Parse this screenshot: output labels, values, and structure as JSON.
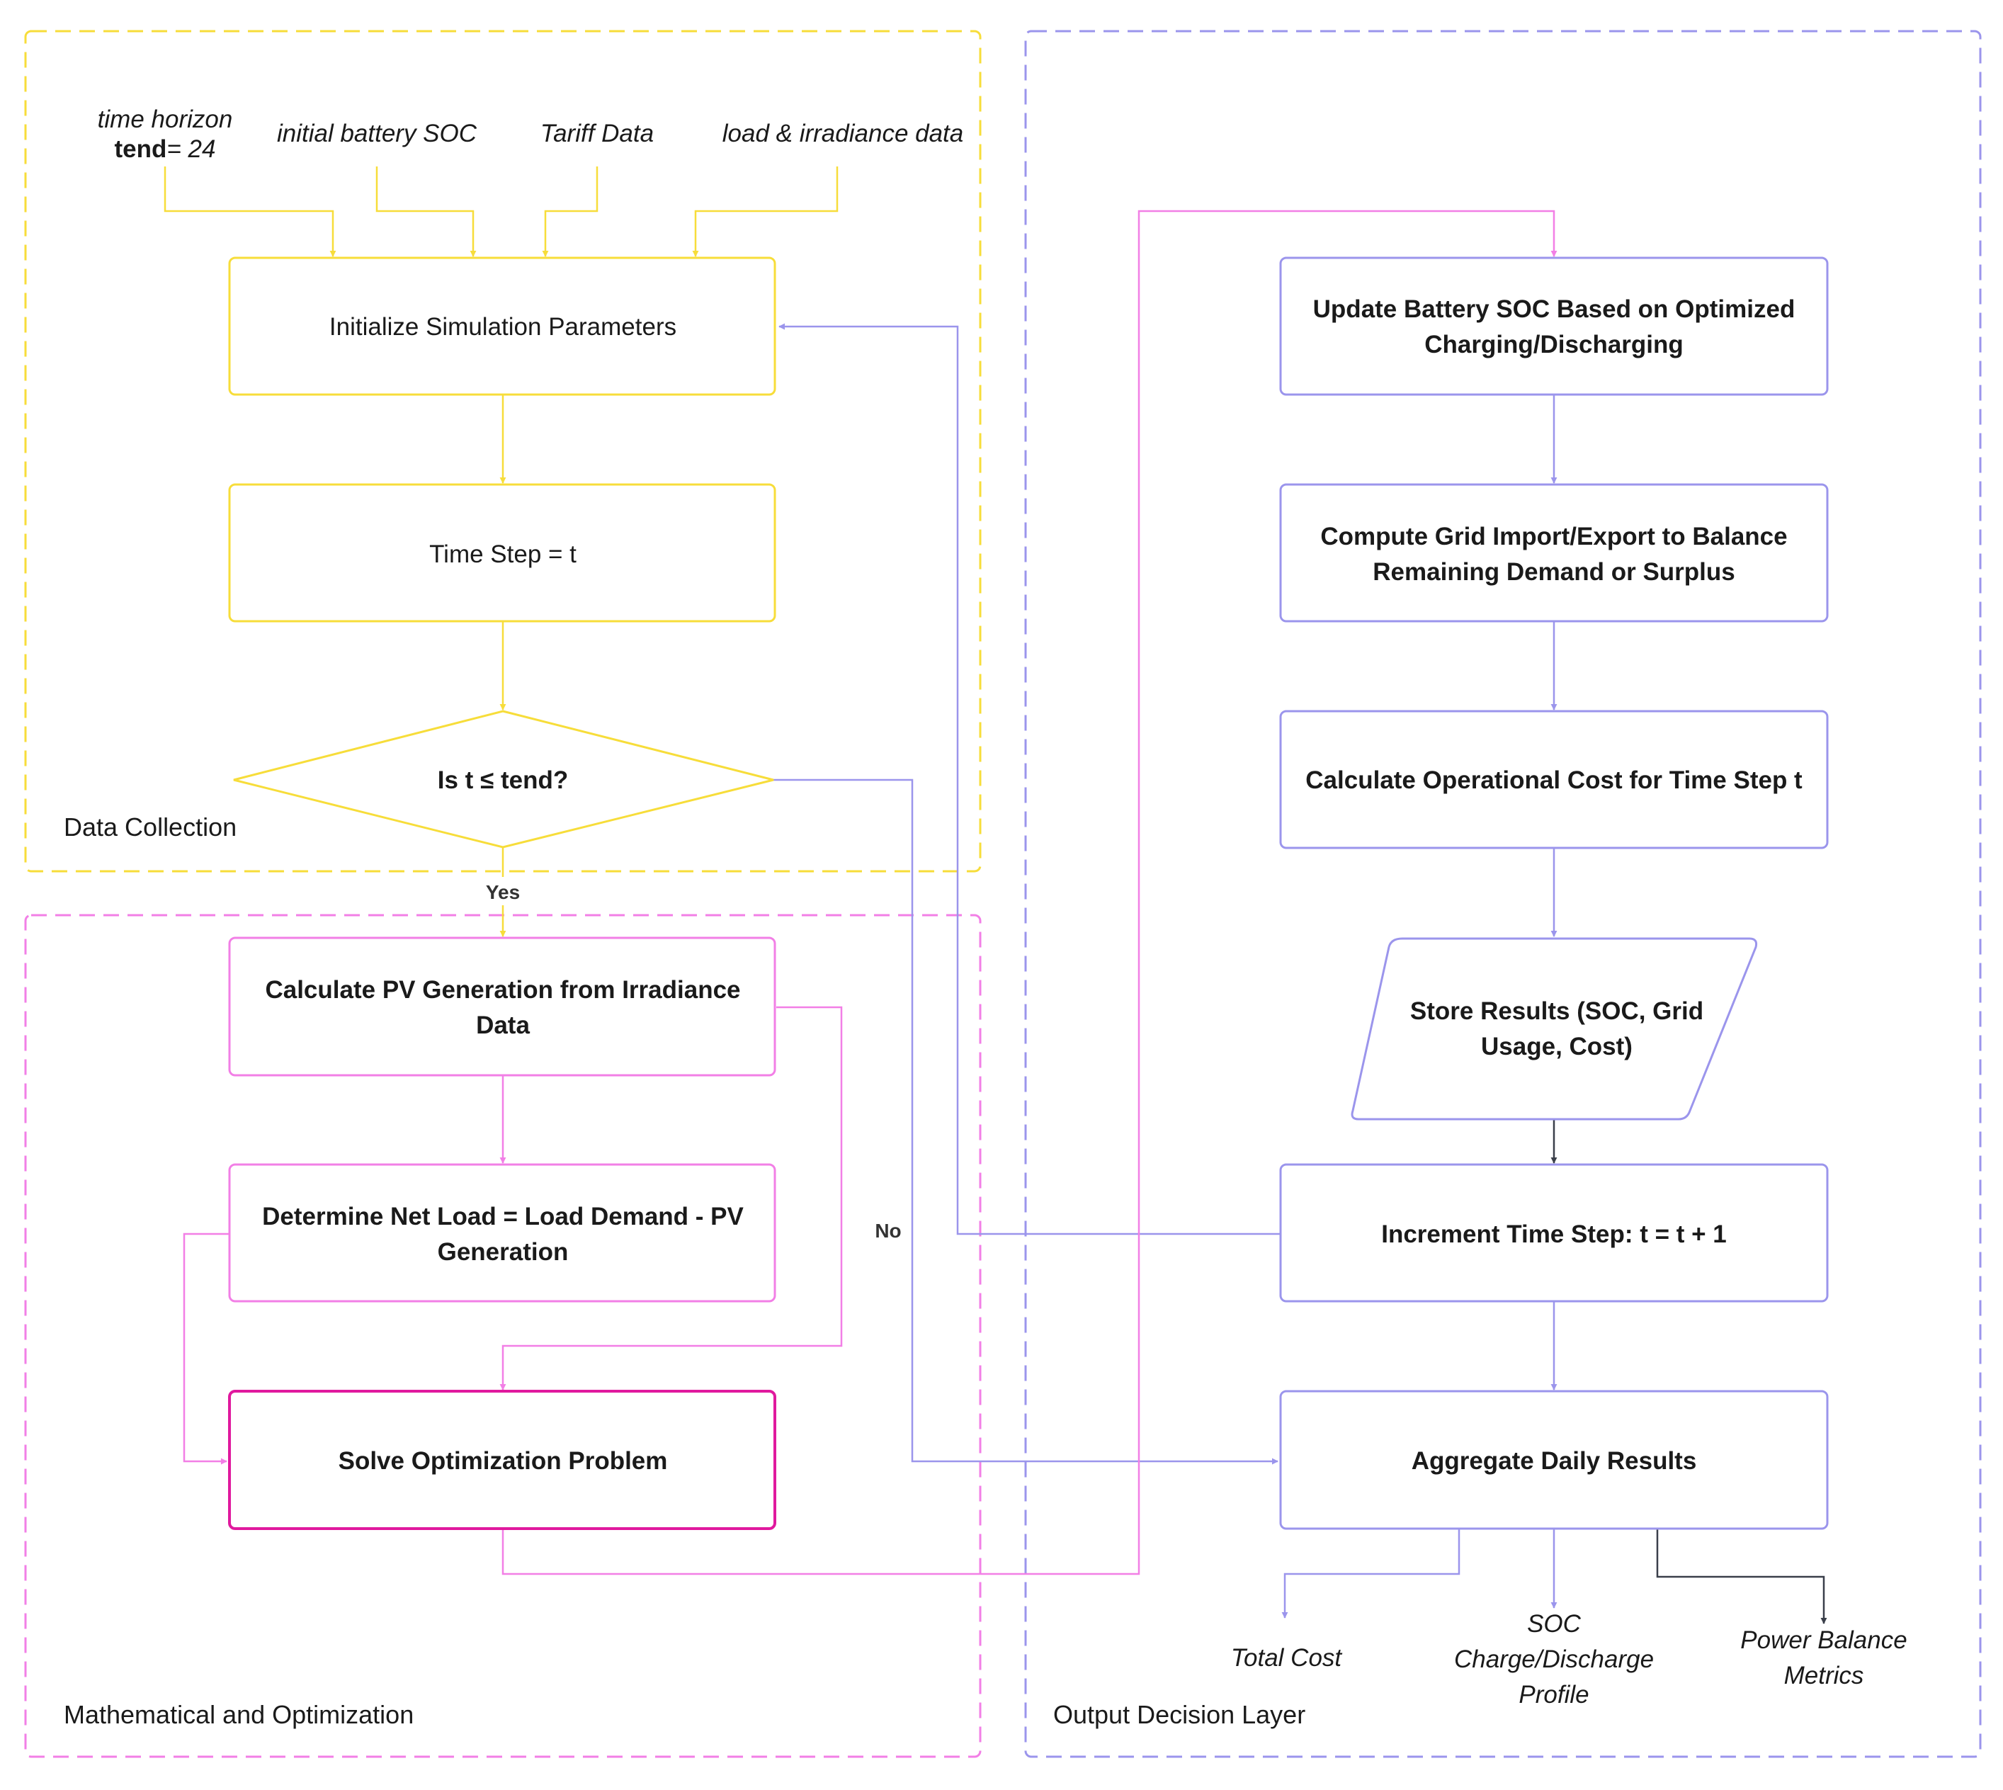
{
  "colors": {
    "yellow": "#f7dd3a",
    "pink": "#f27fe6",
    "pink_dark": "#e0199e",
    "purple": "#9b95ec",
    "dark": "#3a3f4a",
    "text": "#1a1a1a"
  },
  "groups": {
    "data_collection": "Data Collection",
    "math_optimization": "Mathematical and Optimization",
    "output_decision": "Output Decision Layer"
  },
  "inputs": {
    "time_horizon_line1": "time horizon",
    "time_horizon_bold": "tend",
    "time_horizon_rest": "= 24",
    "initial_soc": "initial battery SOC",
    "tariff": "Tariff Data",
    "load_irradiance": "load & irradiance data"
  },
  "nodes": {
    "init_params": [
      "Initialize Simulation Parameters"
    ],
    "time_step": [
      "Time Step = t"
    ],
    "decision": [
      "Is t ≤ tend?"
    ],
    "pv_generation": [
      "Calculate PV Generation from Irradiance",
      "Data"
    ],
    "net_load": [
      "Determine Net Load = Load Demand - PV",
      "Generation"
    ],
    "solve_opt": [
      "Solve Optimization Problem"
    ],
    "update_soc": [
      "Update Battery SOC Based on Optimized",
      "Charging/Discharging"
    ],
    "grid_import": [
      "Compute Grid Import/Export to Balance",
      "Remaining Demand or Surplus"
    ],
    "op_cost": [
      "Calculate Operational Cost for Time Step t"
    ],
    "store_results": [
      "Store Results (SOC, Grid",
      "Usage, Cost)"
    ],
    "increment": [
      "Increment Time Step: t = t + 1"
    ],
    "aggregate": [
      "Aggregate Daily Results"
    ]
  },
  "outputs": {
    "total_cost": [
      "Total Cost"
    ],
    "soc_profile": [
      "SOC",
      "Charge/Discharge",
      "Profile"
    ],
    "power_balance": [
      "Power Balance",
      "Metrics"
    ]
  },
  "edge_labels": {
    "yes": "Yes",
    "no": "No"
  }
}
